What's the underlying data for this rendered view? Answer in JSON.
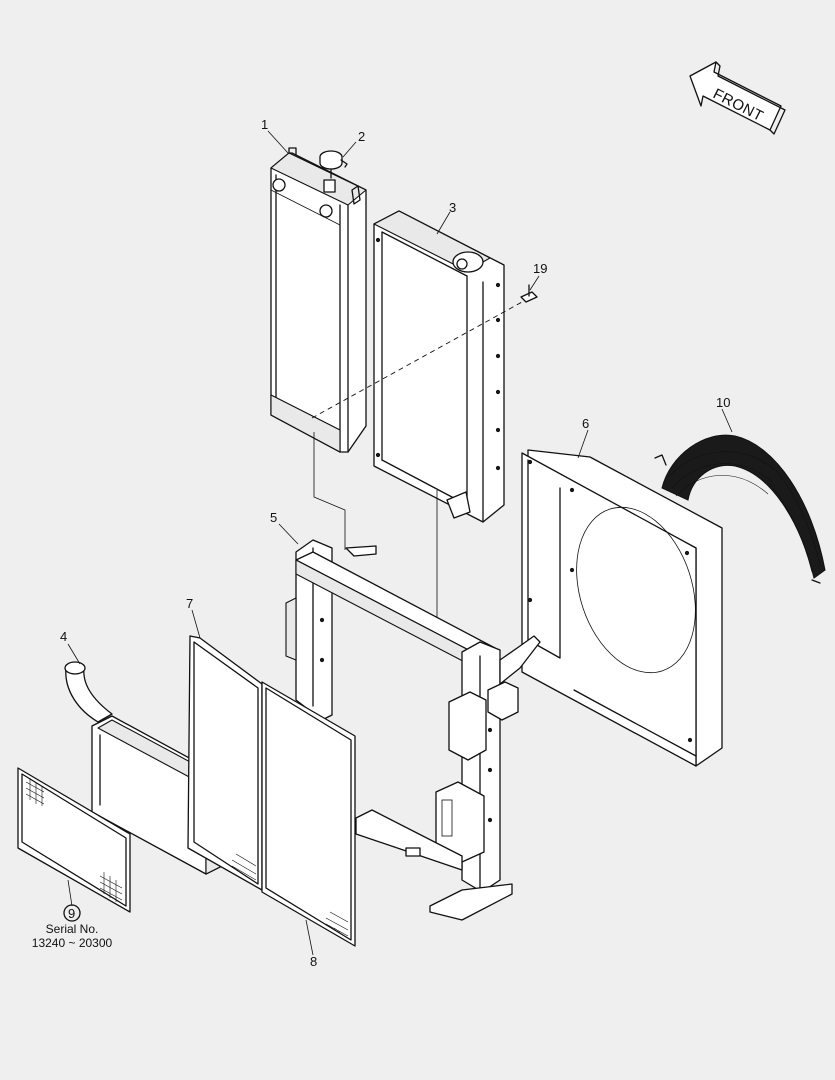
{
  "diagram": {
    "direction_label": "FRONT",
    "callouts": [
      {
        "id": "callout-1",
        "number": "1"
      },
      {
        "id": "callout-2",
        "number": "2"
      },
      {
        "id": "callout-3",
        "number": "3"
      },
      {
        "id": "callout-4",
        "number": "4"
      },
      {
        "id": "callout-5",
        "number": "5"
      },
      {
        "id": "callout-6",
        "number": "6"
      },
      {
        "id": "callout-7",
        "number": "7"
      },
      {
        "id": "callout-8",
        "number": "8"
      },
      {
        "id": "callout-9",
        "number": "9"
      },
      {
        "id": "callout-10",
        "number": "10"
      },
      {
        "id": "callout-19",
        "number": "19"
      }
    ],
    "serial_note": {
      "line1": "Serial No.",
      "line2": "13240 ~ 20300"
    },
    "parts": [
      "radiator",
      "radiator-cap",
      "oil-cooler",
      "hose",
      "support-frame",
      "fan-shroud",
      "screen",
      "screen",
      "screen",
      "fan-guard",
      "bracket"
    ]
  }
}
